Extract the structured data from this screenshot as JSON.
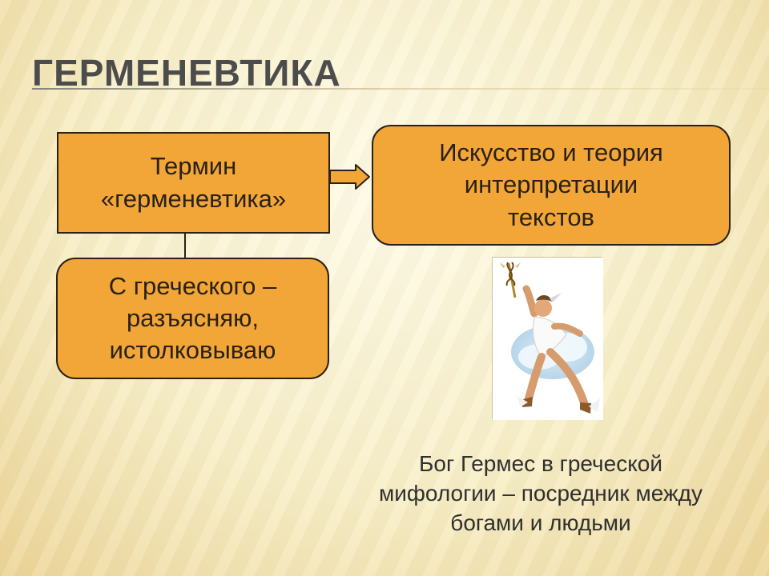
{
  "slide": {
    "title": "Герменевтика",
    "boxes": {
      "term": {
        "line1": "Термин",
        "line2": "«герменевтика»"
      },
      "art": {
        "line1": "Искусство и теория",
        "line2": "интерпретации",
        "line3": "текстов"
      },
      "greek": {
        "line1": "С греческого –",
        "line2": "разъясняю,",
        "line3": "истолковываю"
      }
    },
    "caption": {
      "line1": "Бог Гермес в греческой",
      "line2": "мифологии – посредник между",
      "line3": "богами и людьми"
    },
    "colors": {
      "box_fill": "#f3a638",
      "outline": "#2a2117",
      "title": "#4c4c4c"
    },
    "icons": {
      "arrow": "right-arrow-icon",
      "illustration": "hermes-illustration"
    }
  }
}
